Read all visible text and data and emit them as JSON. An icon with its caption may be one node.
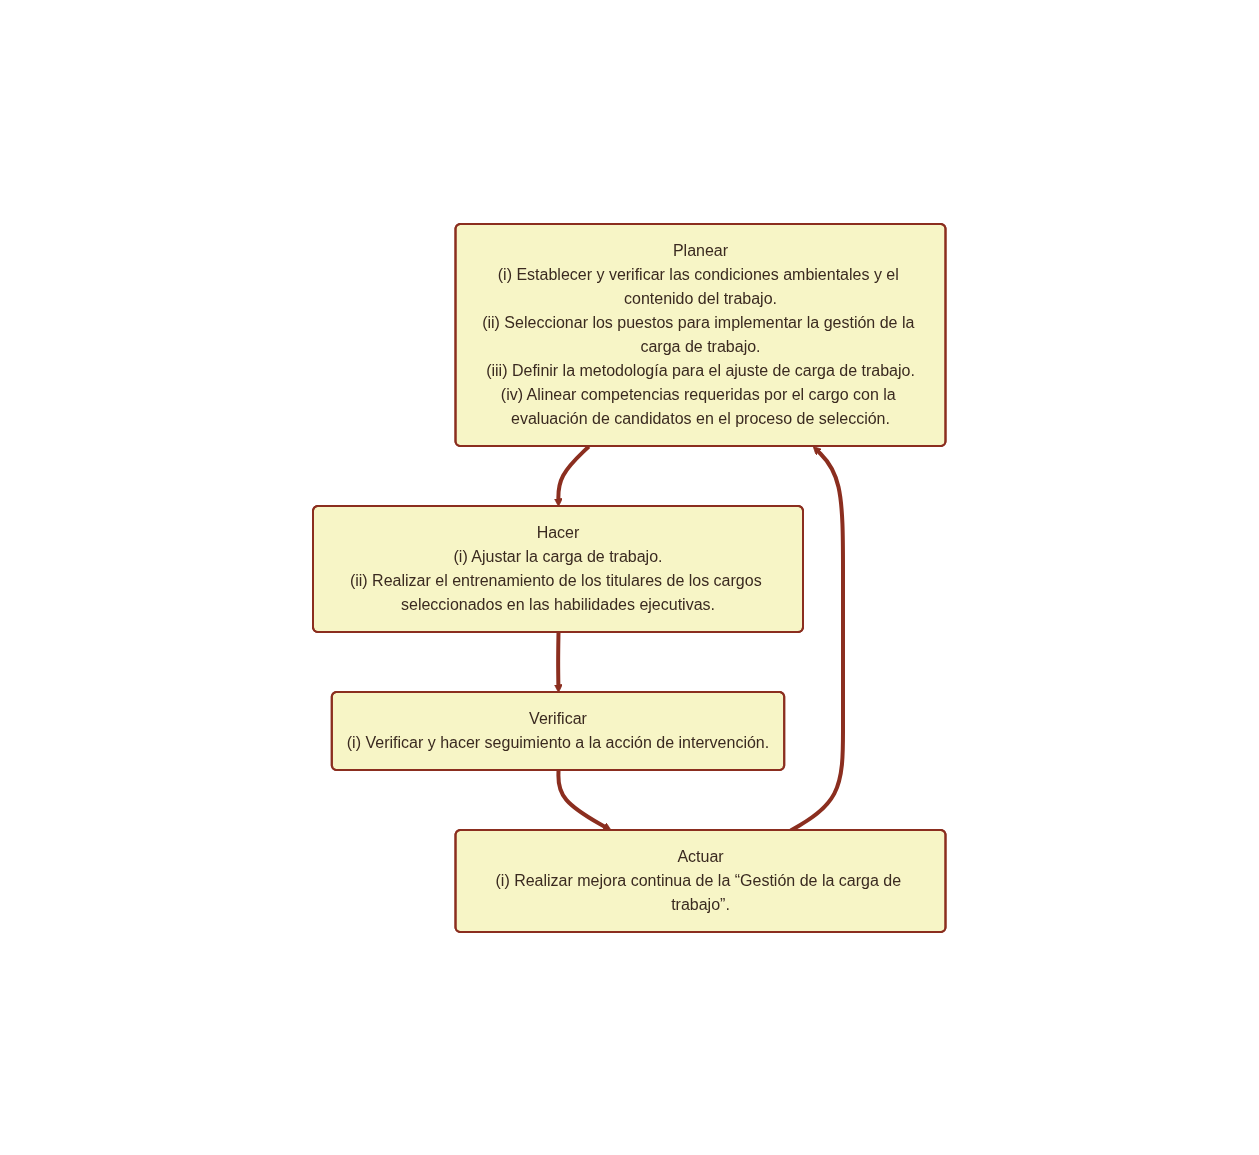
{
  "diagram": {
    "nodes": [
      {
        "text": [
          "Planear",
          "(i) Establecer y verificar las condiciones ambientales y el contenido del trabajo.",
          "(ii) Seleccionar los puestos para implementar la gestión de la carga de trabajo.",
          "(iii) Definir la metodología para el ajuste de carga de trabajo.",
          "(iv) Alinear competencias requeridas por el cargo con la evaluación de candidatos en el proceso de selección."
        ]
      },
      {
        "text": [
          "Hacer",
          "(i) Ajustar la carga de trabajo.",
          "(ii) Realizar el entrenamiento de los titulares de los cargos seleccionados en las habilidades ejecutivas."
        ]
      },
      {
        "text": [
          "Verificar",
          "(i) Verificar y hacer seguimiento a la acción de intervención."
        ]
      },
      {
        "text": [
          "Actuar",
          "(i) Realizar mejora continua de la “Gestión de la carga de trabajo”."
        ]
      }
    ],
    "edges": [
      {
        "from": 0,
        "to": 1,
        "arrow": "to"
      },
      {
        "from": 1,
        "to": 2,
        "arrow": "to"
      },
      {
        "from": 2,
        "to": 3,
        "arrow": "to"
      },
      {
        "from": 3,
        "to": 0,
        "arrow": "to"
      }
    ]
  }
}
